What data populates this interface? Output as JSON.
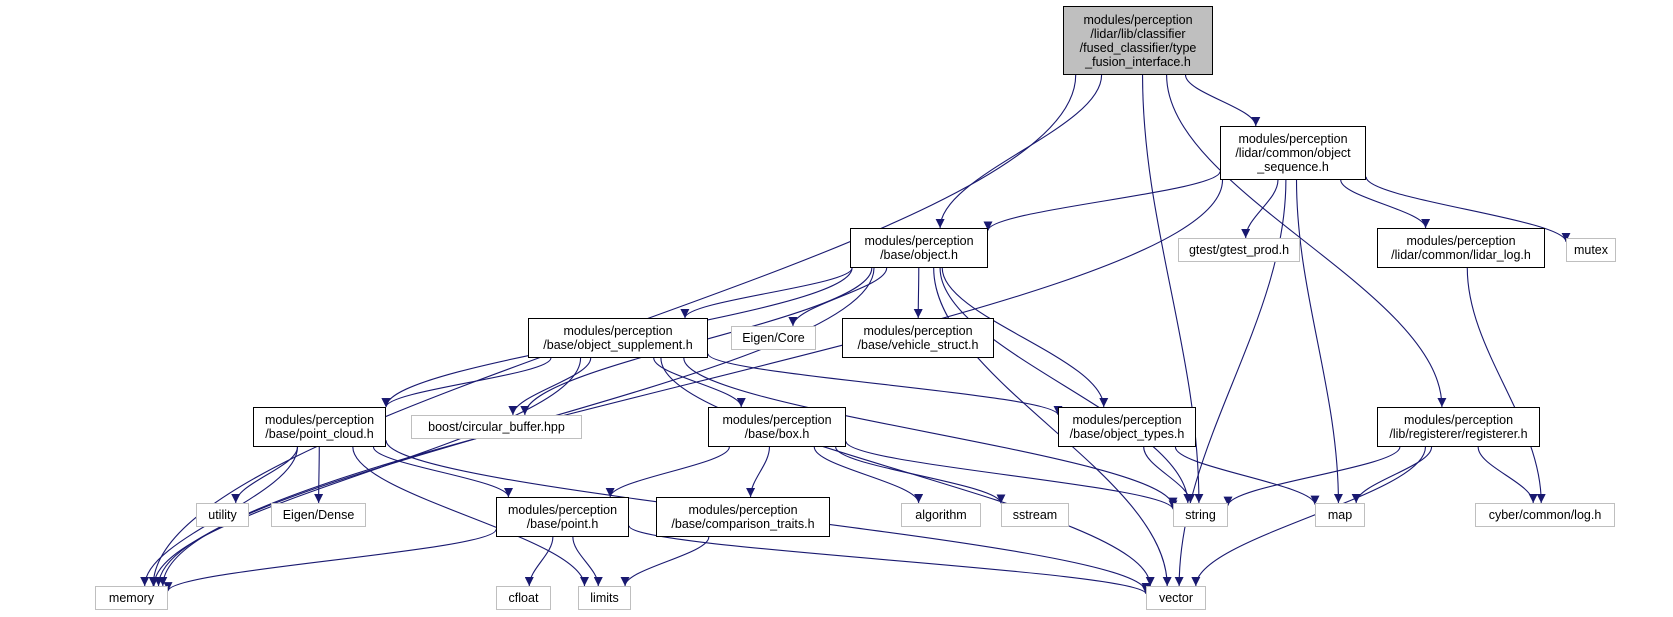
{
  "nodes": [
    {
      "id": "type_fusion_interface",
      "kind": "main",
      "lines": [
        "modules/perception",
        "/lidar/lib/classifier",
        "/fused_classifier/type",
        "_fusion_interface.h"
      ]
    },
    {
      "id": "object_sequence",
      "kind": "local",
      "lines": [
        "modules/perception",
        "/lidar/common/object",
        "_sequence.h"
      ]
    },
    {
      "id": "object",
      "kind": "local",
      "lines": [
        "modules/perception",
        "/base/object.h"
      ]
    },
    {
      "id": "gtest_prod",
      "kind": "ext",
      "lines": [
        "gtest/gtest_prod.h"
      ]
    },
    {
      "id": "lidar_log",
      "kind": "local",
      "lines": [
        "modules/perception",
        "/lidar/common/lidar_log.h"
      ]
    },
    {
      "id": "mutex",
      "kind": "ext",
      "lines": [
        "mutex"
      ]
    },
    {
      "id": "object_supplement",
      "kind": "local",
      "lines": [
        "modules/perception",
        "/base/object_supplement.h"
      ]
    },
    {
      "id": "eigen_core",
      "kind": "ext",
      "lines": [
        "Eigen/Core"
      ]
    },
    {
      "id": "vehicle_struct",
      "kind": "local",
      "lines": [
        "modules/perception",
        "/base/vehicle_struct.h"
      ]
    },
    {
      "id": "point_cloud",
      "kind": "local",
      "lines": [
        "modules/perception",
        "/base/point_cloud.h"
      ]
    },
    {
      "id": "circular_buffer",
      "kind": "ext",
      "lines": [
        "boost/circular_buffer.hpp"
      ]
    },
    {
      "id": "box",
      "kind": "local",
      "lines": [
        "modules/perception",
        "/base/box.h"
      ]
    },
    {
      "id": "object_types",
      "kind": "local",
      "lines": [
        "modules/perception",
        "/base/object_types.h"
      ]
    },
    {
      "id": "registerer",
      "kind": "local",
      "lines": [
        "modules/perception",
        "/lib/registerer/registerer.h"
      ]
    },
    {
      "id": "utility",
      "kind": "ext",
      "lines": [
        "utility"
      ]
    },
    {
      "id": "eigen_dense",
      "kind": "ext",
      "lines": [
        "Eigen/Dense"
      ]
    },
    {
      "id": "point",
      "kind": "local",
      "lines": [
        "modules/perception",
        "/base/point.h"
      ]
    },
    {
      "id": "comparison_traits",
      "kind": "local",
      "lines": [
        "modules/perception",
        "/base/comparison_traits.h"
      ]
    },
    {
      "id": "algorithm",
      "kind": "ext",
      "lines": [
        "algorithm"
      ]
    },
    {
      "id": "sstream",
      "kind": "ext",
      "lines": [
        "sstream"
      ]
    },
    {
      "id": "string",
      "kind": "ext",
      "lines": [
        "string"
      ]
    },
    {
      "id": "map",
      "kind": "ext",
      "lines": [
        "map"
      ]
    },
    {
      "id": "cyber_log",
      "kind": "ext",
      "lines": [
        "cyber/common/log.h"
      ]
    },
    {
      "id": "memory",
      "kind": "ext",
      "lines": [
        "memory"
      ]
    },
    {
      "id": "cfloat",
      "kind": "ext",
      "lines": [
        "cfloat"
      ]
    },
    {
      "id": "limits",
      "kind": "ext",
      "lines": [
        "limits"
      ]
    },
    {
      "id": "vector",
      "kind": "ext",
      "lines": [
        "vector"
      ]
    }
  ],
  "edges": [
    [
      "type_fusion_interface",
      "memory"
    ],
    [
      "type_fusion_interface",
      "object"
    ],
    [
      "type_fusion_interface",
      "string"
    ],
    [
      "type_fusion_interface",
      "object_sequence"
    ],
    [
      "type_fusion_interface",
      "registerer"
    ],
    [
      "object_sequence",
      "memory"
    ],
    [
      "object_sequence",
      "object"
    ],
    [
      "object_sequence",
      "gtest_prod"
    ],
    [
      "object_sequence",
      "map"
    ],
    [
      "object_sequence",
      "lidar_log"
    ],
    [
      "object_sequence",
      "mutex"
    ],
    [
      "object_sequence",
      "vector"
    ],
    [
      "object",
      "memory"
    ],
    [
      "object",
      "point_cloud"
    ],
    [
      "object",
      "circular_buffer"
    ],
    [
      "object",
      "object_supplement"
    ],
    [
      "object",
      "eigen_core"
    ],
    [
      "object",
      "vehicle_struct"
    ],
    [
      "object",
      "string"
    ],
    [
      "object",
      "object_types"
    ],
    [
      "object",
      "vector"
    ],
    [
      "object_supplement",
      "point_cloud"
    ],
    [
      "object_supplement",
      "circular_buffer"
    ],
    [
      "object_supplement",
      "memory"
    ],
    [
      "object_supplement",
      "box"
    ],
    [
      "object_supplement",
      "vector"
    ],
    [
      "object_supplement",
      "string"
    ],
    [
      "object_supplement",
      "object_types"
    ],
    [
      "point_cloud",
      "memory"
    ],
    [
      "point_cloud",
      "utility"
    ],
    [
      "point_cloud",
      "eigen_dense"
    ],
    [
      "point_cloud",
      "point"
    ],
    [
      "point_cloud",
      "limits"
    ],
    [
      "point_cloud",
      "vector"
    ],
    [
      "box",
      "point"
    ],
    [
      "box",
      "comparison_traits"
    ],
    [
      "box",
      "algorithm"
    ],
    [
      "box",
      "sstream"
    ],
    [
      "box",
      "string"
    ],
    [
      "object_types",
      "string"
    ],
    [
      "object_types",
      "map"
    ],
    [
      "point",
      "memory"
    ],
    [
      "point",
      "cfloat"
    ],
    [
      "point",
      "limits"
    ],
    [
      "point",
      "vector"
    ],
    [
      "comparison_traits",
      "limits"
    ],
    [
      "lidar_log",
      "cyber_log"
    ],
    [
      "registerer",
      "string"
    ],
    [
      "registerer",
      "map"
    ],
    [
      "registerer",
      "vector"
    ],
    [
      "registerer",
      "cyber_log"
    ]
  ],
  "colors": {
    "edge": "#191970",
    "main_fill": "#bfbfbf",
    "external_border": "#bfbfbf"
  }
}
